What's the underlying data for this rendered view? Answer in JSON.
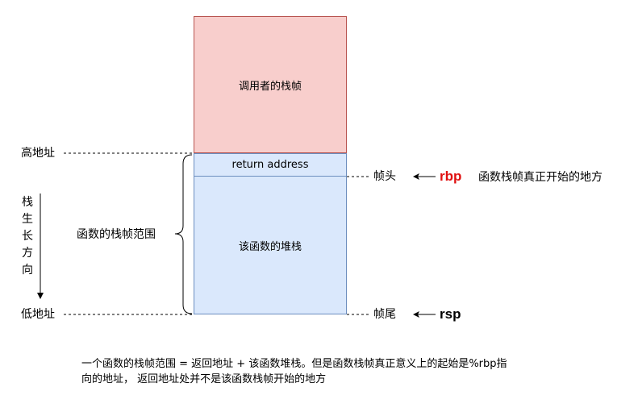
{
  "blocks": {
    "caller_frame": "调用者的栈帧",
    "return_address": "return address",
    "function_stack": "该函数的堆栈"
  },
  "left_labels": {
    "high_address": "高地址",
    "low_address": "低地址",
    "growth_direction": "栈生长方向",
    "frame_range": "函数的栈帧范围"
  },
  "right_labels": {
    "frame_head": "帧头",
    "frame_tail": "帧尾",
    "rbp": "rbp",
    "rsp": "rsp",
    "rbp_note": "函数栈帧真正开始的地方"
  },
  "note": "一个函数的栈帧范围 = 返回地址 + 该函数堆栈。但是函数栈帧真正意义上的起始是%rbp指向的地址， 返回地址处并不是该函数栈帧开始的地方",
  "colors": {
    "caller_fill": "#f8cecc",
    "caller_stroke": "#b85450",
    "callee_fill": "#dae8fc",
    "callee_stroke": "#6c8ebf",
    "rbp_color": "#e01010",
    "text": "#000000"
  }
}
